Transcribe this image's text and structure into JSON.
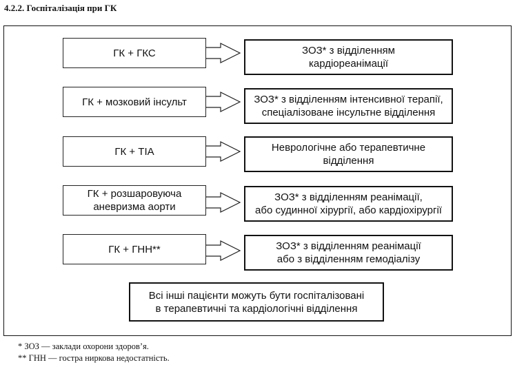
{
  "heading": "4.2.2. Госпіталізація при ГК",
  "rows": [
    {
      "left": "ГК + ГКС",
      "right": "ЗОЗ* з відділенням\nкардіореанімації"
    },
    {
      "left": "ГК + мозковий інсульт",
      "right": "ЗОЗ* з відділенням інтенсивної терапії,\nспеціалізоване інсультне відділення"
    },
    {
      "left": "ГК + ТІА",
      "right": "Неврологічне або терапевтичне\nвідділення"
    },
    {
      "left": "ГК + розшаровуюча\nаневризма аорти",
      "right": "ЗОЗ* з відділенням реанімації,\nабо судинної хірургії, або кардіохірургії"
    },
    {
      "left": "ГК + ГНН**",
      "right": "ЗОЗ* з відділенням реанімації\nабо з відділенням гемодіалізу"
    }
  ],
  "bottom": "Всі інші пацієнти можуть бути госпіталізовані\nв терапевтичні та кардіологічні відділення",
  "footnotes": [
    "* ЗОЗ — заклади охорони здоров’я.",
    "** ГНН — гостра ниркова недостатність."
  ]
}
